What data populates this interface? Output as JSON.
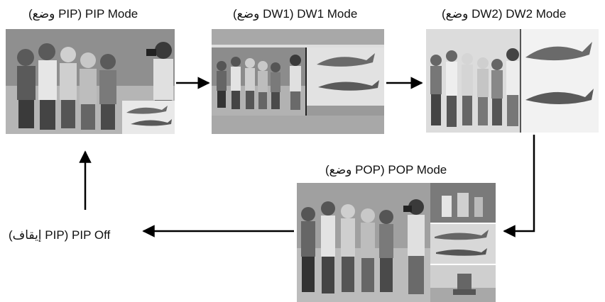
{
  "modes": {
    "pip": {
      "label": "(وضع PIP) PIP Mode"
    },
    "dw1": {
      "label": "(وضع DW1) DW1 Mode"
    },
    "dw2": {
      "label": "(وضع DW2) DW2 Mode"
    },
    "pop": {
      "label": "(وضع POP) POP Mode"
    },
    "pip_off": {
      "label": "(إيقاف PIP) PIP Off"
    }
  }
}
